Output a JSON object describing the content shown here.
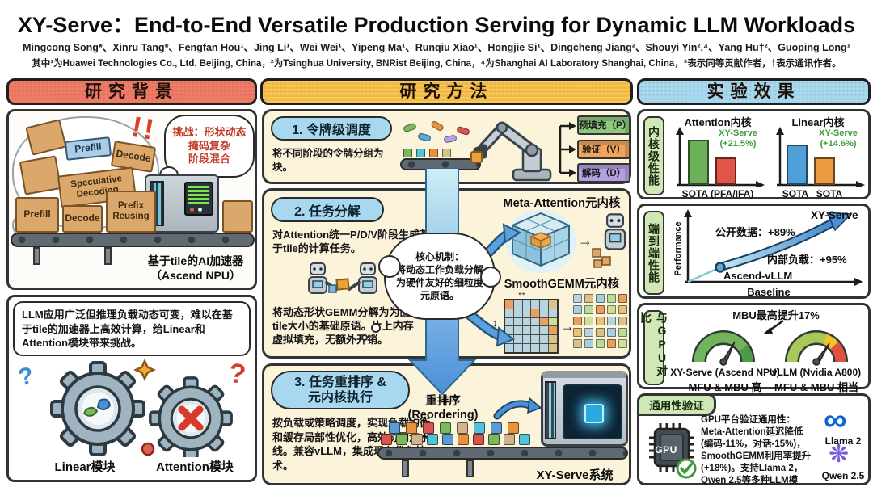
{
  "page": {
    "title": "XY-Serve：End-to-End Versatile Production Serving for Dynamic LLM Workloads",
    "authors": "Mingcong Song*、Xinru Tang*、Fengfan Hou¹、Jing Li¹、Wei Wei¹、Yipeng Ma¹、Runqiu Xiao¹、Hongjie Si¹、Dingcheng Jiang²、Shouyi Yin²,⁴、Yang Hu†²、Guoping Long¹",
    "affiliations": "其中¹为Huawei Technologies Co., Ltd. Beijing, China，²为Tsinghua University, BNRist Beijing, China，⁴为Shanghai AI Laboratory Shanghai, China，*表示同等贡献作者，†表示通讯作者。"
  },
  "left": {
    "header": "研究背景",
    "panel1": {
      "challenge": "挑战：形状动态\n掩码复杂\n阶段混合",
      "falling_boxes": {
        "prefill": "Prefill",
        "decode": "Decode",
        "speculative": "Speculative\nDecoding"
      },
      "belt_boxes": {
        "prefill": "Prefill",
        "decode": "Decode",
        "prefix_reusing": "Prefix\nReusing"
      },
      "caption": "基于tile的AI加速器\n（Ascend NPU）"
    },
    "panel2": {
      "text": "LLM应用广泛但推理负载动态可变，难以在基于tile的加速器上高效计算，给Linear和Attention模块带来挑战。",
      "gear_left": "Linear模块",
      "gear_right": "Attention模块"
    }
  },
  "middle": {
    "header": "研究方法",
    "step1": {
      "title": "1. 令牌级调度",
      "desc": "将不同阶段的令牌分组为块。",
      "outputs": [
        {
          "label": "预填充（P）"
        },
        {
          "label": "验证（V）"
        },
        {
          "label": "解码（D）"
        }
      ]
    },
    "step2": {
      "title": "2. 任务分解",
      "desc1": "对Attention统一P/D/V阶段生成基于tile的计算任务。",
      "desc2": "将动态形状GEMM分解为为固定tile大小的基础原语。片上内存虚拟填充，无额外开销。",
      "cloud": "核心机制：\n将动态工作负载分解为硬件友好的细粒度元原语。",
      "meta_kernel": "Meta-Attention元内核",
      "gemm_kernel": "SmoothGEMM元内核"
    },
    "step3": {
      "title": "3. 任务重排序 &\n元内核执行",
      "desc": "按负载或策略调度，实现负载均衡和缓存局部性优化，高效协同流水线。兼容vLLM，集成现有优化技术。",
      "reorder": "重排序\n(Reordering)",
      "system": "XY-Serve系统"
    }
  },
  "right": {
    "header": "实验效果",
    "kernel_panel": {
      "side_label": "内核级性能",
      "attention": {
        "title": "Attention内核",
        "series": "XY-Serve",
        "gain": "(+21.5%)",
        "x_label": "SOTA (PFA/IFA)"
      },
      "linear": {
        "title": "Linear内核",
        "series": "XY-Serve",
        "gain": "(+14.6%)",
        "x_label_1": "SOTA",
        "x_label_2": "SOTA"
      }
    },
    "e2e_panel": {
      "side_label": "端到端性能",
      "ylabel": "Performance",
      "xlabel": "Baseline",
      "target": "XY-Serve",
      "baseline_point": "Ascend-vLLM",
      "open_data": "公开数据：+89%",
      "internal_load": "内部负载：+95%"
    },
    "gpu_panel": {
      "side_label": "与GPU对比",
      "annotation": "MBU最高提升17%",
      "left_gauge": {
        "title": "XY-Serve (Ascend NPU)",
        "subtitle": "MFU & MBU 高"
      },
      "right_gauge": {
        "title": "vLLM (Nvidia A800)",
        "subtitle": "MFU & MBU 相当"
      }
    },
    "generality_panel": {
      "tab": "通用性验证",
      "chip": "GPU",
      "text": "GPU平台验证通用性：\nMeta-Attention延迟降低\n(编码-11%，对话-15%)，\nSmoothGEMM利用率提升\n(+18%)。支持Llama 2，\nQwen 2.5等多种LLM模型。",
      "llama": "Llama 2",
      "qwen": "Qwen 2.5"
    }
  },
  "icons": {
    "exclamation": "!!",
    "question_mark": "?",
    "arrow_right": "→",
    "arrow_horizontal": "↔",
    "arrow_vertical": "↕",
    "meta_logo": "∞",
    "qwen_logo": "❋",
    "check_mark": "✓",
    "cross_mark": "✕"
  },
  "colors": {
    "header_red": "#ef7b67",
    "header_yellow": "#f5c44b",
    "header_blue": "#a8d8ee",
    "cream": "#fbf3da",
    "step_pill_blue": "#a8d8ef",
    "side_pill_green": "#cfe8b5",
    "prefill_green": "#8cc97f",
    "verify_orange": "#f2a45c",
    "decode_purple": "#b4a0e0",
    "bar_green": "#6cb05a",
    "bar_red": "#e15549",
    "bar_blue": "#4f9fd8",
    "bar_orange": "#eb9b40",
    "xyserve_green": "#3f9a3b",
    "arrow_blue": "#4a90d9",
    "gauge_green": "#72b45c",
    "gauge_dark_green": "#4f9a4a",
    "gauge_light_green": "#a9c85a",
    "gauge_yellow": "#f0c230",
    "gauge_red": "#e0513f",
    "meta_blue": "#0866d6",
    "qwen_purple": "#7b5cd6",
    "tile_palette": [
      "#b8d4de",
      "#e8a05c",
      "#d8c48a",
      "#cfdf9a",
      "#a8cfe0",
      "#e8c27a",
      "#b9dc9a"
    ],
    "cube_palette": [
      "#5a9bd4",
      "#e8923f",
      "#d9534f",
      "#7cb85c",
      "#d2b48c",
      "#4fc3d9"
    ]
  },
  "chart_data": [
    {
      "type": "bar",
      "title": "Attention内核",
      "categories": [
        "XY-Serve",
        "SOTA (PFA/IFA)"
      ],
      "values": [
        121.5,
        100
      ],
      "unit": "relative performance (SOTA = 100)",
      "annotation": "XY-Serve (+21.5%)",
      "colors": [
        "#6cb05a",
        "#e15549"
      ]
    },
    {
      "type": "bar",
      "title": "Linear内核",
      "categories": [
        "XY-Serve",
        "SOTA"
      ],
      "values": [
        114.6,
        100
      ],
      "unit": "relative performance (SOTA = 100)",
      "annotation": "XY-Serve (+14.6%)",
      "colors": [
        "#4f9fd8",
        "#eb9b40"
      ]
    },
    {
      "type": "line",
      "title": "端到端性能",
      "xlabel": "Baseline",
      "ylabel": "Performance",
      "points": [
        {
          "name": "Ascend-vLLM",
          "value": 100
        },
        {
          "name": "XY-Serve 公开数据",
          "value": 189
        },
        {
          "name": "XY-Serve 内部负载",
          "value": 195
        }
      ],
      "annotations": [
        "公开数据：+89%",
        "内部负载：+95%"
      ]
    },
    {
      "type": "gauge",
      "title": "与GPU对比",
      "annotation": "MBU最高提升17%",
      "gauges": [
        {
          "name": "XY-Serve (Ascend NPU)",
          "reading": "MFU & MBU 高"
        },
        {
          "name": "vLLM (Nvidia A800)",
          "reading": "MFU & MBU 相当"
        }
      ]
    }
  ]
}
